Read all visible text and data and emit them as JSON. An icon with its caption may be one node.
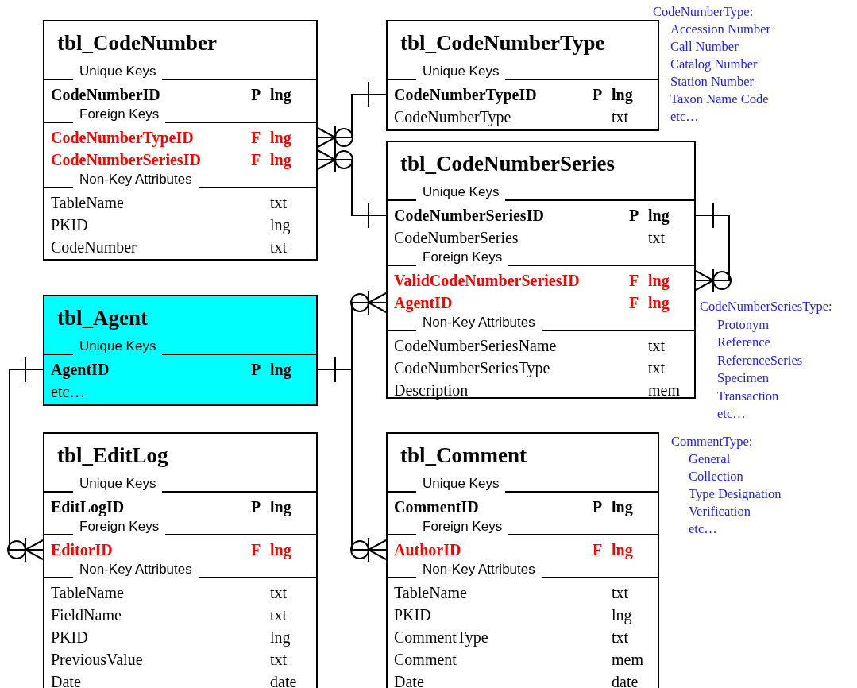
{
  "diagram": {
    "nodes": [
      {
        "text": [
          "tbl_CodeNumber"
        ]
      },
      {
        "text": [
          "Unique Keys"
        ],
        "in": 0
      },
      {
        "text": [
          "CodeNumberID",
          "P",
          "lng"
        ],
        "in": 1
      },
      {
        "text": [
          "Foreign Keys"
        ],
        "in": 0
      },
      {
        "text": [
          "CodeNumberTypeID",
          "F",
          "lng"
        ],
        "in": 3
      },
      {
        "text": [
          "CodeNumberSeriesID",
          "F",
          "lng"
        ],
        "in": 3
      },
      {
        "text": [
          "Non-Key Attributes"
        ],
        "in": 0
      },
      {
        "text": [
          "TableName",
          "txt"
        ],
        "in": 6
      },
      {
        "text": [
          "PKID",
          "lng"
        ],
        "in": 6
      },
      {
        "text": [
          "CodeNumber",
          "txt"
        ],
        "in": 6
      },
      {
        "text": [
          "tbl_CodeNumberType"
        ]
      },
      {
        "text": [
          "Unique Keys"
        ],
        "in": 10
      },
      {
        "text": [
          "CodeNumberTypeID",
          "P",
          "lng"
        ],
        "in": 11
      },
      {
        "text": [
          "CodeNumberType",
          "txt"
        ],
        "in": 11
      },
      {
        "text": [
          "tbl_CodeNumberSeries"
        ]
      },
      {
        "text": [
          "Unique Keys"
        ],
        "in": 14
      },
      {
        "text": [
          "CodeNumberSeriesID",
          "P",
          "lng"
        ],
        "in": 15
      },
      {
        "text": [
          "CodeNumberSeries",
          "txt"
        ],
        "in": 15
      },
      {
        "text": [
          "Foreign Keys"
        ],
        "in": 14
      },
      {
        "text": [
          "ValidCodeNumberSeriesID",
          "F",
          "lng"
        ],
        "in": 18
      },
      {
        "text": [
          "AgentID",
          "F",
          "lng"
        ],
        "in": 18
      },
      {
        "text": [
          "Non-Key Attributes"
        ],
        "in": 14
      },
      {
        "text": [
          "CodeNumberSeriesName",
          "txt"
        ],
        "in": 21
      },
      {
        "text": [
          "CodeNumberSeriesType",
          "txt"
        ],
        "in": 21
      },
      {
        "text": [
          "Description",
          "mem"
        ],
        "in": 21
      },
      {
        "text": [
          "tbl_Agent"
        ]
      },
      {
        "text": [
          "Unique Keys"
        ],
        "in": 25
      },
      {
        "text": [
          "AgentID",
          "P",
          "lng"
        ],
        "in": 26
      },
      {
        "text": [
          "etc…"
        ],
        "in": 26
      },
      {
        "text": [
          "tbl_EditLog"
        ]
      },
      {
        "text": [
          "Unique Keys"
        ],
        "in": 29
      },
      {
        "text": [
          "EditLogID",
          "P",
          "lng"
        ],
        "in": 30
      },
      {
        "text": [
          "Foreign Keys"
        ],
        "in": 29
      },
      {
        "text": [
          "EditorID",
          "F",
          "lng"
        ],
        "in": 32
      },
      {
        "text": [
          "Non-Key Attributes"
        ],
        "in": 29
      },
      {
        "text": [
          "TableName",
          "txt"
        ],
        "in": 34
      },
      {
        "text": [
          "FieldName",
          "txt"
        ],
        "in": 34
      },
      {
        "text": [
          "PKID",
          "lng"
        ],
        "in": 34
      },
      {
        "text": [
          "PreviousValue",
          "txt"
        ],
        "in": 34
      },
      {
        "text": [
          "Date",
          "date"
        ],
        "in": 34
      },
      {
        "text": [
          "tbl_Comment"
        ]
      },
      {
        "text": [
          "Unique Keys"
        ],
        "in": 40
      },
      {
        "text": [
          "CommentID",
          "P",
          "lng"
        ],
        "in": 41
      },
      {
        "text": [
          "Foreign Keys"
        ],
        "in": 40
      },
      {
        "text": [
          "AuthorID",
          "F",
          "lng"
        ],
        "in": 43
      },
      {
        "text": [
          "Non-Key Attributes"
        ],
        "in": 40
      },
      {
        "text": [
          "TableName",
          "txt"
        ],
        "in": 45
      },
      {
        "text": [
          "PKID",
          "lng"
        ],
        "in": 45
      },
      {
        "text": [
          "CommentType",
          "txt"
        ],
        "in": 45
      },
      {
        "text": [
          "Comment",
          "mem"
        ],
        "in": 45
      },
      {
        "text": [
          "Date",
          "date"
        ],
        "in": 45
      }
    ],
    "edges": [
      {
        "from": 12,
        "to": 4,
        "arrow": "other"
      },
      {
        "from": 16,
        "to": 5,
        "arrow": "other"
      },
      {
        "from": 16,
        "to": 19,
        "arrow": "other"
      },
      {
        "from": 27,
        "to": 20,
        "arrow": "other"
      },
      {
        "from": 27,
        "to": 33,
        "arrow": "other"
      },
      {
        "from": 27,
        "to": 44,
        "arrow": "other"
      }
    ],
    "labels": [
      "CodeNumberType:",
      "Accession Number",
      "Call Number",
      "Catalog Number",
      "Station Number",
      "Taxon Name Code",
      "etc…",
      "CodeNumberSeriesType:",
      "Protonym",
      "Reference",
      "ReferenceSeries",
      "Specimen",
      "Transaction",
      "etc…",
      "CommentType:",
      "General",
      "Collection",
      "Type Designation",
      "Verification",
      "etc…"
    ]
  }
}
